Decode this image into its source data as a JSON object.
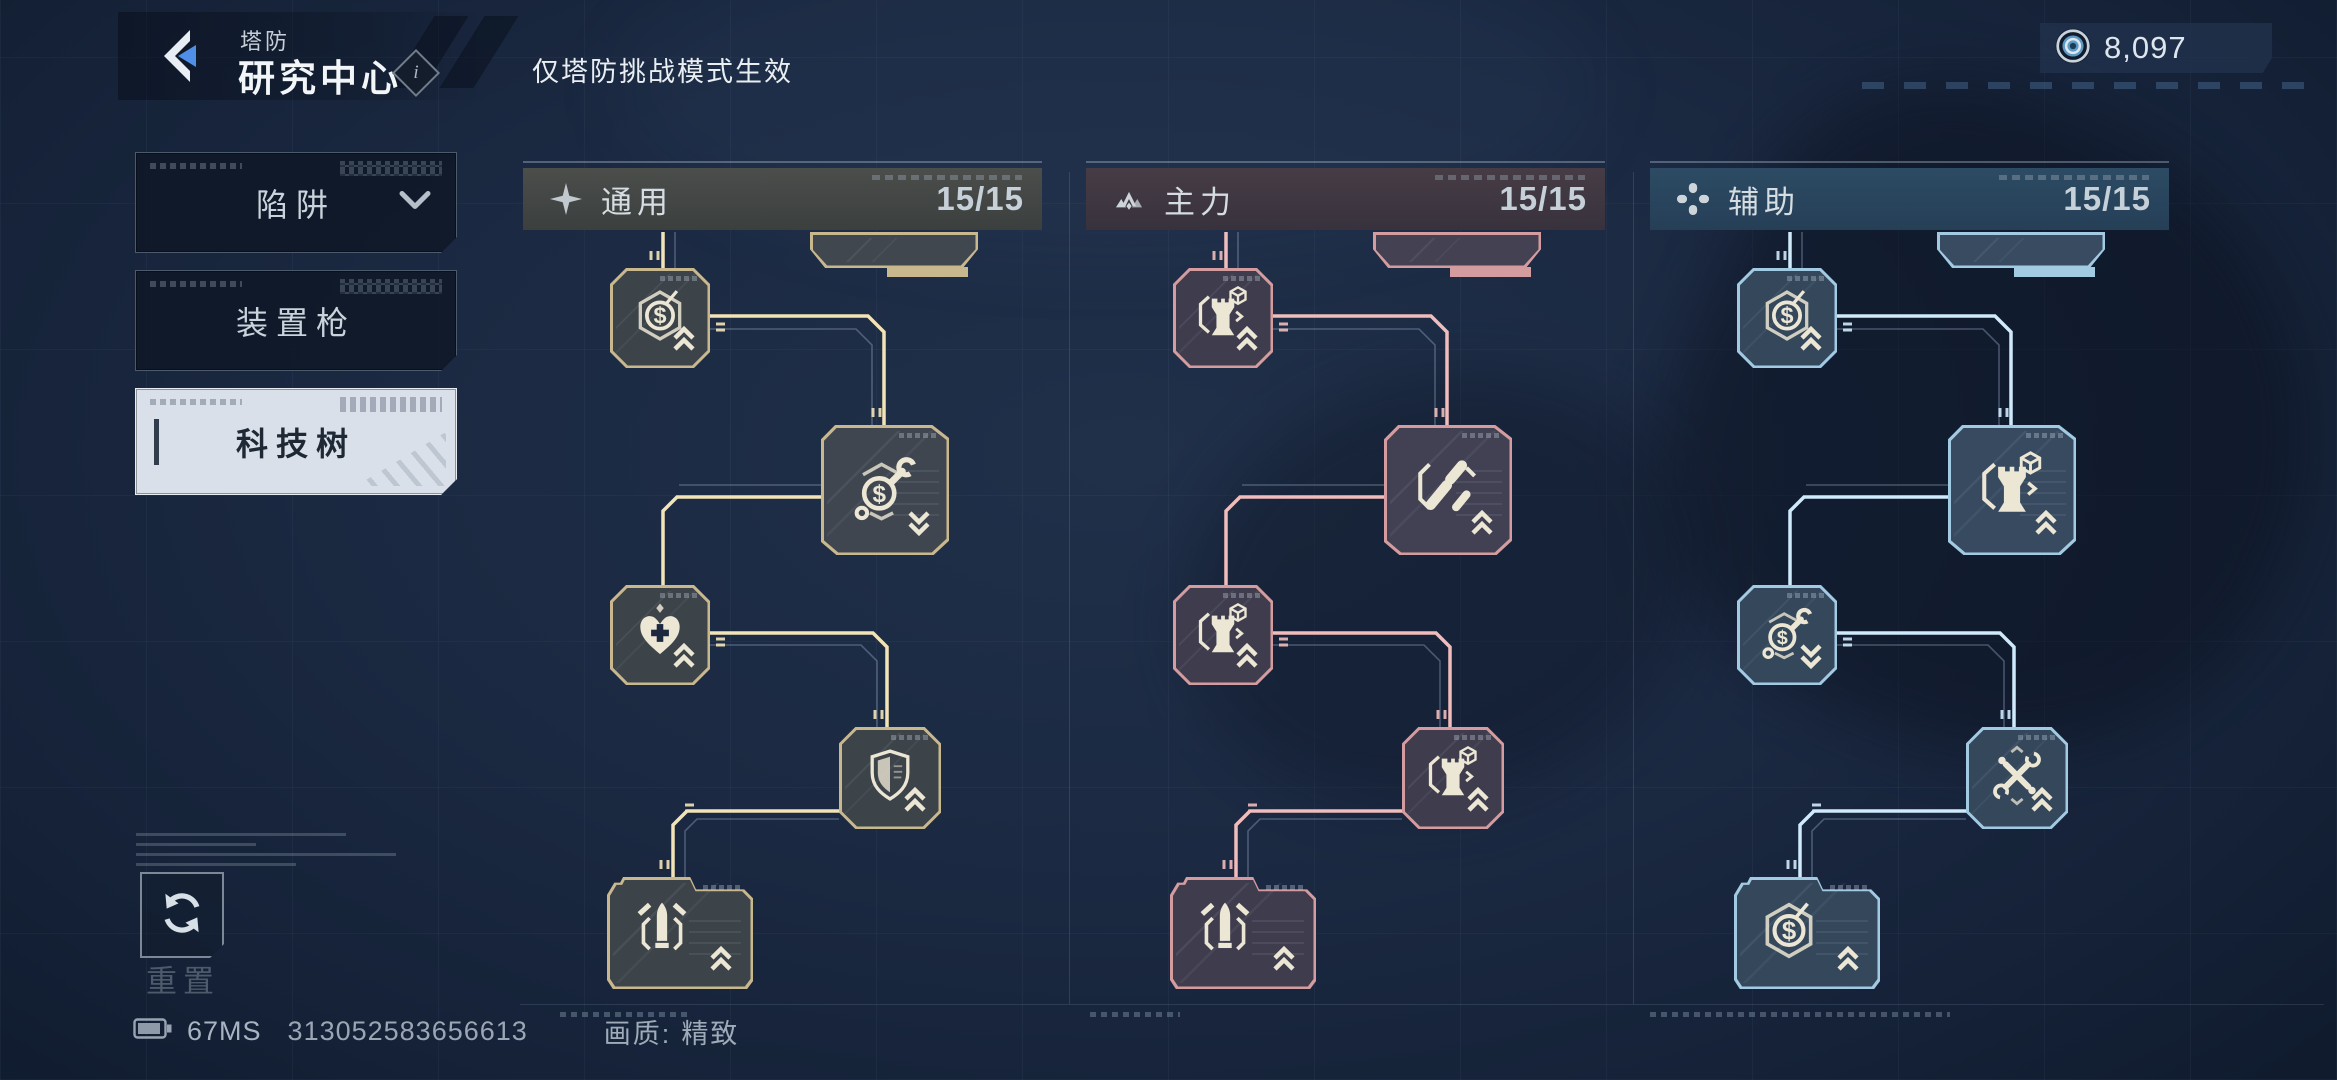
{
  "header": {
    "category": "塔防",
    "title": "研究中心",
    "info_glyph": "i",
    "subtitle": "仅塔防挑战模式生效",
    "currency": {
      "amount": "8,097"
    }
  },
  "sidebar": {
    "items": [
      {
        "id": "traps",
        "label": "陷阱",
        "expandable": true,
        "selected": false
      },
      {
        "id": "device-gun",
        "label": "装置枪",
        "expandable": false,
        "selected": false
      },
      {
        "id": "tech-tree",
        "label": "科技树",
        "expandable": false,
        "selected": true
      }
    ]
  },
  "tree": {
    "columns": [
      {
        "id": "general",
        "label": "通用",
        "icon": "star-icon",
        "count": "15/15",
        "colors": {
          "bright": "#f3e4b8",
          "border": "#c9b88e",
          "header_from": "#4b4e4b",
          "header_to": "#3b3f3e"
        },
        "nodes": [
          {
            "slot": "top",
            "icon": null,
            "chevron": null
          },
          {
            "slot": "a",
            "icon": "currency-icon",
            "chevron": "up"
          },
          {
            "slot": "b",
            "icon": "currency-wrench-icon",
            "chevron": "down"
          },
          {
            "slot": "c",
            "icon": "heart-repair-icon",
            "chevron": "up"
          },
          {
            "slot": "d",
            "icon": "shield-icon",
            "chevron": "up"
          },
          {
            "slot": "e",
            "icon": "ammo-icon",
            "chevron": "up"
          }
        ]
      },
      {
        "id": "main",
        "label": "主力",
        "icon": "peaks-icon",
        "count": "15/15",
        "colors": {
          "bright": "#f0bcbc",
          "border": "#d49c9e",
          "header_from": "#463c45",
          "header_to": "#38323d"
        },
        "nodes": [
          {
            "slot": "top",
            "icon": null,
            "chevron": null
          },
          {
            "slot": "a",
            "icon": "tower-block-icon",
            "chevron": "up"
          },
          {
            "slot": "b",
            "icon": "missiles-icon",
            "chevron": "up"
          },
          {
            "slot": "c",
            "icon": "tower-block-icon",
            "chevron": "up"
          },
          {
            "slot": "d",
            "icon": "tower-block-icon",
            "chevron": "up"
          },
          {
            "slot": "e",
            "icon": "ammo-icon",
            "chevron": "up"
          }
        ]
      },
      {
        "id": "support",
        "label": "辅助",
        "icon": "cross-pad-icon",
        "count": "15/15",
        "colors": {
          "bright": "#cfeafb",
          "border": "#a2cae3",
          "header_from": "#2d4b64",
          "header_to": "#253f57"
        },
        "nodes": [
          {
            "slot": "top",
            "icon": null,
            "chevron": null
          },
          {
            "slot": "a",
            "icon": "currency-icon",
            "chevron": "up"
          },
          {
            "slot": "b",
            "icon": "tower-block-icon",
            "chevron": "up"
          },
          {
            "slot": "c",
            "icon": "currency-wrench-icon",
            "chevron": "down"
          },
          {
            "slot": "d",
            "icon": "wrench-cross-icon",
            "chevron": "up"
          },
          {
            "slot": "e",
            "icon": "currency-icon",
            "chevron": "up"
          }
        ]
      }
    ]
  },
  "footer": {
    "reset_label": "重置",
    "latency": "67MS",
    "session_id": "313052583656613",
    "quality_label": "画质:",
    "quality_value": "精致"
  }
}
